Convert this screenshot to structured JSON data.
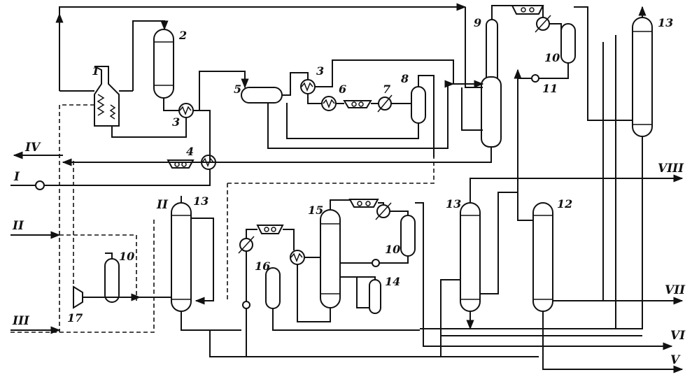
{
  "equipment_labels": {
    "e1": "1",
    "e2": "2",
    "e3a": "3",
    "e3b": "3",
    "e4": "4",
    "e5": "5",
    "e6": "6",
    "e7": "7",
    "e8": "8",
    "e9": "9",
    "e10a": "10",
    "e10b": "10",
    "e10c": "10",
    "e11": "11",
    "e12": "12",
    "e13a": "13",
    "e13b": "13",
    "e13c": "13",
    "e14": "14",
    "e15": "15",
    "e16": "16",
    "e17": "17"
  },
  "streams": {
    "I": "I",
    "II": "II",
    "II_b": "II",
    "III": "III",
    "IV": "IV",
    "V": "V",
    "VI": "VI",
    "VII": "VII",
    "VIII": "VIII"
  }
}
